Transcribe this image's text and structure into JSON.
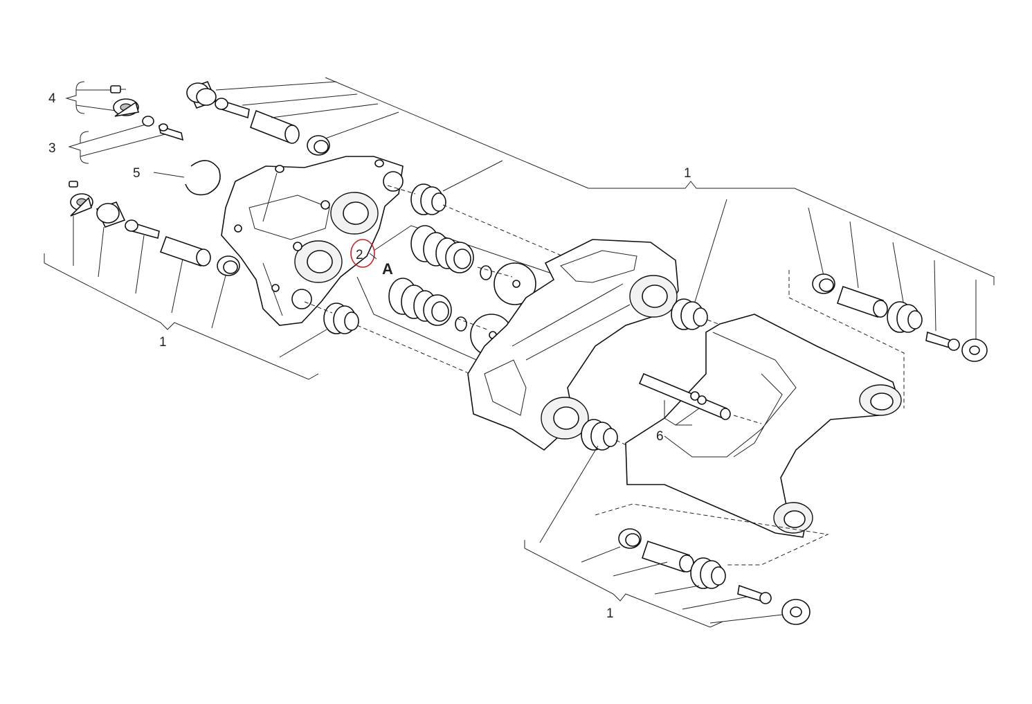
{
  "diagram": {
    "callouts": {
      "c1_top": "1",
      "c1_left": "1",
      "c1_bottom": "1",
      "c2": "2",
      "c3": "3",
      "c4": "4",
      "c5": "5",
      "c6": "6"
    },
    "section_label": "A",
    "highlight_color": "#cc2222"
  }
}
